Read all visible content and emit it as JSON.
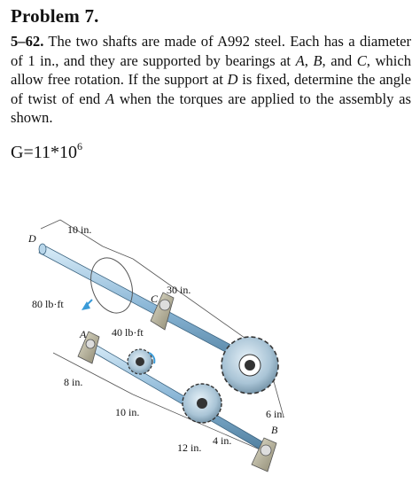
{
  "heading": "Problem 7.",
  "problem": {
    "number": "5–62.",
    "text_a": " The two shafts are made of A992 steel. Each has a diameter of 1 in., and they are supported by bearings at ",
    "A": "A",
    "sep1": ", ",
    "B": "B",
    "sep2": ", and ",
    "C": "C",
    "text_b": ", which allow free rotation. If the support at ",
    "D": "D",
    "text_c": " is fixed, determine the angle of twist of end ",
    "A2": "A",
    "text_d": " when the torques are applied to the assembly as shown."
  },
  "given": {
    "base": "G=11*10",
    "exponent": "6"
  },
  "figure": {
    "labels": {
      "D": "D",
      "C": "C",
      "A": "A",
      "B": "B",
      "dim_10in_top": "10 in.",
      "dim_30in": "30 in.",
      "torque_80": "80 lb·ft",
      "torque_40": "40 lb·ft",
      "dim_8in": "8 in.",
      "dim_10in_bottom": "10 in.",
      "dim_6in": "6 in.",
      "dim_4in": "4 in.",
      "dim_12in": "12 in."
    },
    "colors": {
      "shaft": "#8ab6d6",
      "gear": "#a9c4d6",
      "bearing": "#b7b39a",
      "torque_arrow": "#3a9bd8"
    }
  }
}
